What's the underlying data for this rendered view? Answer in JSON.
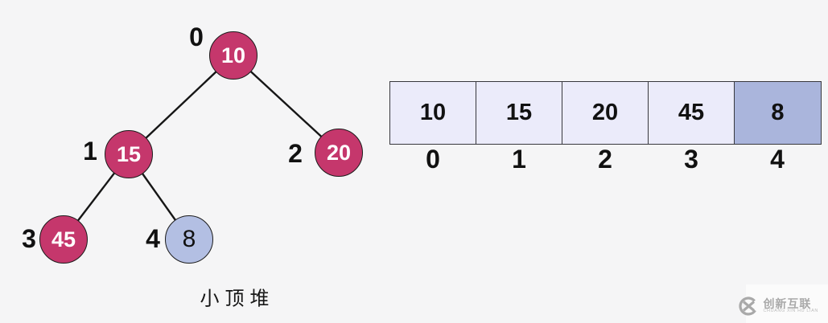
{
  "caption": "小顶堆",
  "colors": {
    "background": "#f5f5f6",
    "node_primary": "#c5376c",
    "node_highlight": "#b3bfe3",
    "cell_background": "#ebebfa",
    "cell_highlight": "#aab5dc",
    "edge_stroke": "#161616",
    "watermark_gray": "#a9a9a9"
  },
  "tree": {
    "nodes": [
      {
        "value": "10",
        "position_label": "0",
        "variant": "primary"
      },
      {
        "value": "15",
        "position_label": "1",
        "variant": "primary"
      },
      {
        "value": "20",
        "position_label": "2",
        "variant": "primary"
      },
      {
        "value": "45",
        "position_label": "3",
        "variant": "primary"
      },
      {
        "value": "8",
        "position_label": "4",
        "variant": "highlight"
      }
    ],
    "edges": [
      [
        0,
        1
      ],
      [
        0,
        2
      ],
      [
        1,
        3
      ],
      [
        1,
        4
      ]
    ]
  },
  "array": {
    "cells": [
      {
        "value": "10",
        "index": "0",
        "highlight": false
      },
      {
        "value": "15",
        "index": "1",
        "highlight": false
      },
      {
        "value": "20",
        "index": "2",
        "highlight": false
      },
      {
        "value": "45",
        "index": "3",
        "highlight": false
      },
      {
        "value": "8",
        "index": "4",
        "highlight": true
      }
    ]
  },
  "watermark": {
    "brand": "创新互联",
    "subtext": "CHUANG XIN HU LIAN"
  }
}
